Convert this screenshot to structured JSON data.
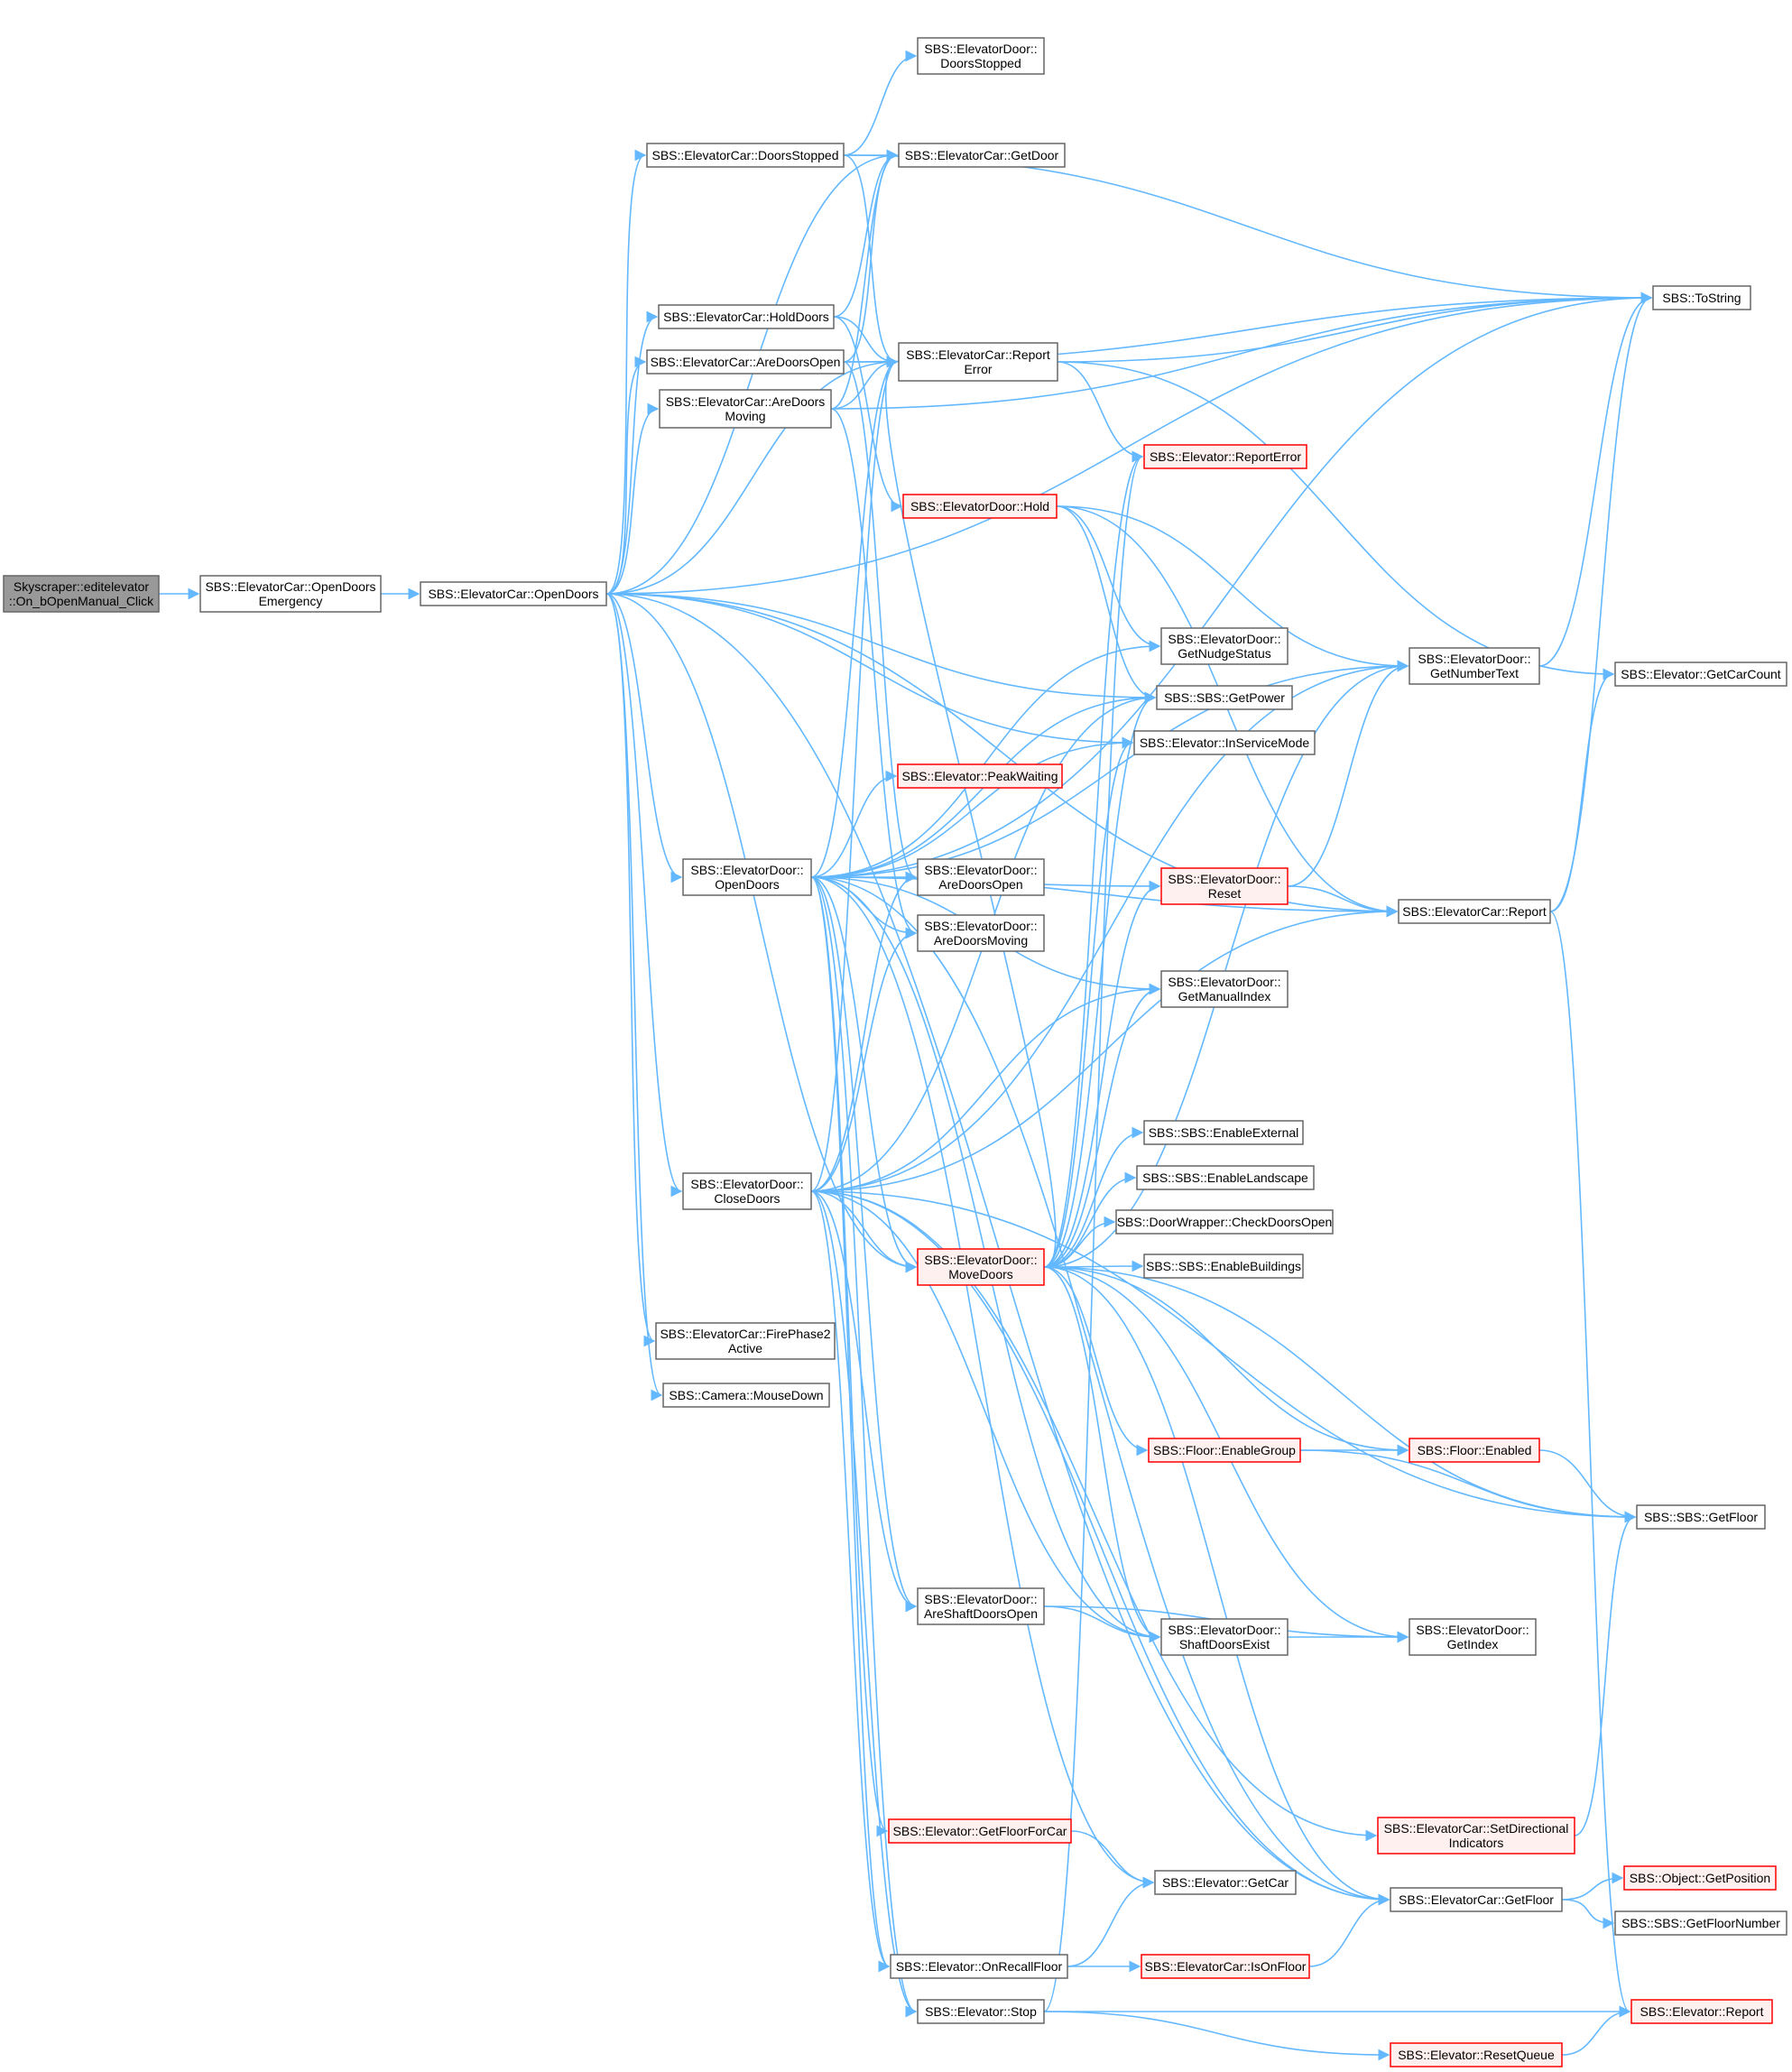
{
  "diagram": {
    "nodes": [
      {
        "id": "n0",
        "lines": [
          "Skyscraper::editelevator",
          "::On_bOpenManual_Click"
        ],
        "style": "root"
      },
      {
        "id": "n1",
        "lines": [
          "SBS::ElevatorCar::OpenDoors",
          "Emergency"
        ],
        "style": "normal"
      },
      {
        "id": "n2",
        "lines": [
          "SBS::ElevatorCar::OpenDoors"
        ],
        "style": "normal"
      },
      {
        "id": "n3",
        "lines": [
          "SBS::ElevatorDoor::",
          "DoorsStopped"
        ],
        "style": "normal"
      },
      {
        "id": "n4",
        "lines": [
          "SBS::ElevatorCar::DoorsStopped"
        ],
        "style": "normal"
      },
      {
        "id": "n5",
        "lines": [
          "SBS::ElevatorCar::GetDoor"
        ],
        "style": "normal"
      },
      {
        "id": "n6",
        "lines": [
          "SBS::ElevatorCar::HoldDoors"
        ],
        "style": "normal"
      },
      {
        "id": "n7",
        "lines": [
          "SBS::ElevatorCar::AreDoorsOpen"
        ],
        "style": "normal"
      },
      {
        "id": "n8",
        "lines": [
          "SBS::ElevatorCar::AreDoors",
          "Moving"
        ],
        "style": "normal"
      },
      {
        "id": "n9",
        "lines": [
          "SBS::ElevatorCar::Report",
          "Error"
        ],
        "style": "normal"
      },
      {
        "id": "n10",
        "lines": [
          "SBS::ToString"
        ],
        "style": "normal"
      },
      {
        "id": "n11",
        "lines": [
          "SBS::Elevator::ReportError"
        ],
        "style": "red"
      },
      {
        "id": "n12",
        "lines": [
          "SBS::ElevatorDoor::Hold"
        ],
        "style": "red"
      },
      {
        "id": "n13",
        "lines": [
          "SBS::ElevatorDoor::",
          "GetNudgeStatus"
        ],
        "style": "normal"
      },
      {
        "id": "n14",
        "lines": [
          "SBS::ElevatorDoor::",
          "GetNumberText"
        ],
        "style": "normal"
      },
      {
        "id": "n15",
        "lines": [
          "SBS::Elevator::GetCarCount"
        ],
        "style": "normal"
      },
      {
        "id": "n16",
        "lines": [
          "SBS::SBS::GetPower"
        ],
        "style": "normal"
      },
      {
        "id": "n17",
        "lines": [
          "SBS::Elevator::InServiceMode"
        ],
        "style": "normal"
      },
      {
        "id": "n18",
        "lines": [
          "SBS::Elevator::PeakWaiting"
        ],
        "style": "red"
      },
      {
        "id": "n19",
        "lines": [
          "SBS::ElevatorDoor::",
          "OpenDoors"
        ],
        "style": "normal"
      },
      {
        "id": "n20",
        "lines": [
          "SBS::ElevatorDoor::",
          "AreDoorsOpen"
        ],
        "style": "normal"
      },
      {
        "id": "n21",
        "lines": [
          "SBS::ElevatorDoor::",
          "Reset"
        ],
        "style": "red"
      },
      {
        "id": "n22",
        "lines": [
          "SBS::ElevatorCar::Report"
        ],
        "style": "normal"
      },
      {
        "id": "n23",
        "lines": [
          "SBS::ElevatorDoor::",
          "AreDoorsMoving"
        ],
        "style": "normal"
      },
      {
        "id": "n24",
        "lines": [
          "SBS::ElevatorDoor::",
          "GetManualIndex"
        ],
        "style": "normal"
      },
      {
        "id": "n25",
        "lines": [
          "SBS::SBS::EnableExternal"
        ],
        "style": "normal"
      },
      {
        "id": "n26",
        "lines": [
          "SBS::SBS::EnableLandscape"
        ],
        "style": "normal"
      },
      {
        "id": "n27",
        "lines": [
          "SBS::ElevatorDoor::",
          "CloseDoors"
        ],
        "style": "normal"
      },
      {
        "id": "n28",
        "lines": [
          "SBS::DoorWrapper::CheckDoorsOpen"
        ],
        "style": "normal"
      },
      {
        "id": "n29",
        "lines": [
          "SBS::ElevatorDoor::",
          "MoveDoors"
        ],
        "style": "red"
      },
      {
        "id": "n30",
        "lines": [
          "SBS::SBS::EnableBuildings"
        ],
        "style": "normal"
      },
      {
        "id": "n31",
        "lines": [
          "SBS::ElevatorCar::FirePhase2",
          "Active"
        ],
        "style": "normal"
      },
      {
        "id": "n32",
        "lines": [
          "SBS::Camera::MouseDown"
        ],
        "style": "normal"
      },
      {
        "id": "n33",
        "lines": [
          "SBS::Floor::EnableGroup"
        ],
        "style": "red"
      },
      {
        "id": "n34",
        "lines": [
          "SBS::Floor::Enabled"
        ],
        "style": "red"
      },
      {
        "id": "n35",
        "lines": [
          "SBS::SBS::GetFloor"
        ],
        "style": "normal"
      },
      {
        "id": "n36",
        "lines": [
          "SBS::ElevatorDoor::",
          "AreShaftDoorsOpen"
        ],
        "style": "normal"
      },
      {
        "id": "n37",
        "lines": [
          "SBS::ElevatorDoor::",
          "ShaftDoorsExist"
        ],
        "style": "normal"
      },
      {
        "id": "n38",
        "lines": [
          "SBS::ElevatorDoor::",
          "GetIndex"
        ],
        "style": "normal"
      },
      {
        "id": "n39",
        "lines": [
          "SBS::Elevator::GetFloorForCar"
        ],
        "style": "red"
      },
      {
        "id": "n40",
        "lines": [
          "SBS::ElevatorCar::SetDirectional",
          "Indicators"
        ],
        "style": "red"
      },
      {
        "id": "n41",
        "lines": [
          "SBS::Elevator::GetCar"
        ],
        "style": "normal"
      },
      {
        "id": "n42",
        "lines": [
          "SBS::Object::GetPosition"
        ],
        "style": "red"
      },
      {
        "id": "n43",
        "lines": [
          "SBS::ElevatorCar::GetFloor"
        ],
        "style": "normal"
      },
      {
        "id": "n44",
        "lines": [
          "SBS::SBS::GetFloorNumber"
        ],
        "style": "normal"
      },
      {
        "id": "n45",
        "lines": [
          "SBS::Elevator::OnRecallFloor"
        ],
        "style": "normal"
      },
      {
        "id": "n46",
        "lines": [
          "SBS::ElevatorCar::IsOnFloor"
        ],
        "style": "red"
      },
      {
        "id": "n47",
        "lines": [
          "SBS::Elevator::Stop"
        ],
        "style": "normal"
      },
      {
        "id": "n48",
        "lines": [
          "SBS::Elevator::Report"
        ],
        "style": "red"
      },
      {
        "id": "n49",
        "lines": [
          "SBS::Elevator::ResetQueue"
        ],
        "style": "red"
      }
    ],
    "edges": [
      [
        "n0",
        "n1"
      ],
      [
        "n1",
        "n2"
      ],
      [
        "n2",
        "n10"
      ],
      [
        "n2",
        "n4"
      ],
      [
        "n2",
        "n5"
      ],
      [
        "n2",
        "n6"
      ],
      [
        "n2",
        "n7"
      ],
      [
        "n2",
        "n8"
      ],
      [
        "n2",
        "n9"
      ],
      [
        "n2",
        "n16"
      ],
      [
        "n2",
        "n17"
      ],
      [
        "n2",
        "n19"
      ],
      [
        "n2",
        "n27"
      ],
      [
        "n2",
        "n31"
      ],
      [
        "n2",
        "n32"
      ],
      [
        "n2",
        "n29"
      ],
      [
        "n2",
        "n43"
      ],
      [
        "n2",
        "n22"
      ],
      [
        "n4",
        "n3"
      ],
      [
        "n4",
        "n5"
      ],
      [
        "n4",
        "n10"
      ],
      [
        "n4",
        "n9"
      ],
      [
        "n6",
        "n5"
      ],
      [
        "n6",
        "n9"
      ],
      [
        "n6",
        "n12"
      ],
      [
        "n7",
        "n5"
      ],
      [
        "n7",
        "n9"
      ],
      [
        "n7",
        "n10"
      ],
      [
        "n7",
        "n20"
      ],
      [
        "n8",
        "n5"
      ],
      [
        "n8",
        "n9"
      ],
      [
        "n8",
        "n10"
      ],
      [
        "n8",
        "n23"
      ],
      [
        "n9",
        "n10"
      ],
      [
        "n9",
        "n11"
      ],
      [
        "n9",
        "n15"
      ],
      [
        "n12",
        "n13"
      ],
      [
        "n12",
        "n14"
      ],
      [
        "n12",
        "n16"
      ],
      [
        "n12",
        "n22"
      ],
      [
        "n14",
        "n10"
      ],
      [
        "n19",
        "n9"
      ],
      [
        "n19",
        "n10"
      ],
      [
        "n19",
        "n13"
      ],
      [
        "n19",
        "n14"
      ],
      [
        "n19",
        "n16"
      ],
      [
        "n19",
        "n17"
      ],
      [
        "n19",
        "n18"
      ],
      [
        "n19",
        "n20"
      ],
      [
        "n19",
        "n21"
      ],
      [
        "n19",
        "n22"
      ],
      [
        "n19",
        "n23"
      ],
      [
        "n19",
        "n24"
      ],
      [
        "n19",
        "n29"
      ],
      [
        "n19",
        "n36"
      ],
      [
        "n19",
        "n37"
      ],
      [
        "n19",
        "n45"
      ],
      [
        "n19",
        "n47"
      ],
      [
        "n19",
        "n39"
      ],
      [
        "n19",
        "n41"
      ],
      [
        "n19",
        "n43"
      ],
      [
        "n21",
        "n14"
      ],
      [
        "n21",
        "n22"
      ],
      [
        "n22",
        "n10"
      ],
      [
        "n22",
        "n15"
      ],
      [
        "n22",
        "n48"
      ],
      [
        "n27",
        "n9"
      ],
      [
        "n27",
        "n14"
      ],
      [
        "n27",
        "n16"
      ],
      [
        "n27",
        "n20"
      ],
      [
        "n27",
        "n22"
      ],
      [
        "n27",
        "n23"
      ],
      [
        "n27",
        "n24"
      ],
      [
        "n27",
        "n29"
      ],
      [
        "n27",
        "n36"
      ],
      [
        "n27",
        "n37"
      ],
      [
        "n27",
        "n45"
      ],
      [
        "n27",
        "n47"
      ],
      [
        "n27",
        "n40"
      ],
      [
        "n27",
        "n43"
      ],
      [
        "n27",
        "n35"
      ],
      [
        "n29",
        "n11"
      ],
      [
        "n29",
        "n16"
      ],
      [
        "n29",
        "n17"
      ],
      [
        "n29",
        "n21"
      ],
      [
        "n29",
        "n24"
      ],
      [
        "n29",
        "n25"
      ],
      [
        "n29",
        "n26"
      ],
      [
        "n29",
        "n28"
      ],
      [
        "n29",
        "n30"
      ],
      [
        "n29",
        "n33"
      ],
      [
        "n29",
        "n34"
      ],
      [
        "n29",
        "n35"
      ],
      [
        "n29",
        "n37"
      ],
      [
        "n29",
        "n38"
      ],
      [
        "n29",
        "n43"
      ],
      [
        "n29",
        "n9"
      ],
      [
        "n29",
        "n14"
      ],
      [
        "n33",
        "n34"
      ],
      [
        "n33",
        "n35"
      ],
      [
        "n34",
        "n35"
      ],
      [
        "n36",
        "n37"
      ],
      [
        "n36",
        "n38"
      ],
      [
        "n37",
        "n38"
      ],
      [
        "n39",
        "n41"
      ],
      [
        "n40",
        "n35"
      ],
      [
        "n43",
        "n42"
      ],
      [
        "n43",
        "n44"
      ],
      [
        "n45",
        "n41"
      ],
      [
        "n45",
        "n46"
      ],
      [
        "n46",
        "n43"
      ],
      [
        "n47",
        "n48"
      ],
      [
        "n47",
        "n49"
      ],
      [
        "n47",
        "n11"
      ],
      [
        "n49",
        "n48"
      ]
    ]
  }
}
